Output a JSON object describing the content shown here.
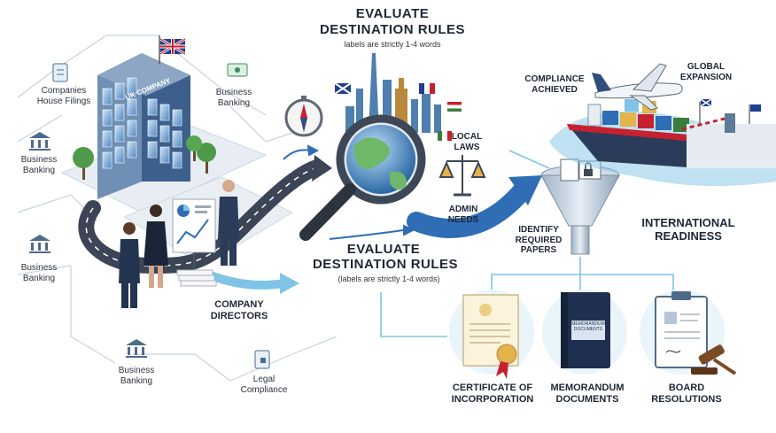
{
  "building_sign": "UK COMPANY",
  "top_title": [
    "EVALUATE",
    "DESTINATION RULES"
  ],
  "top_subtitle": "labels are strictly 1-4 words",
  "mid_title": [
    "EVALUATE",
    "DESTINATION RULES"
  ],
  "mid_subtitle": "(labels are strictly 1-4 words)",
  "left_labels": {
    "companies_house": [
      "Companies",
      "House Filings"
    ],
    "banking_top_right": [
      "Business",
      "Banking"
    ],
    "banking_left_1": [
      "Business",
      "Banking"
    ],
    "banking_left_2": [
      "Business",
      "Banking"
    ],
    "banking_bottom": [
      "Business",
      "Banking"
    ],
    "legal": [
      "Legal",
      "Compliance"
    ]
  },
  "directors": [
    "COMPANY",
    "DIRECTORS"
  ],
  "local_laws": [
    "LOCAL",
    "LAWS"
  ],
  "admin_needs": [
    "ADMIN",
    "NEEDS"
  ],
  "identify": [
    "IDENTIFY",
    "REQUIRED",
    "PAPERS"
  ],
  "compliance": [
    "COMPLIANCE",
    "ACHIEVED"
  ],
  "global": [
    "GLOBAL",
    "EXPANSION"
  ],
  "readiness": [
    "INTERNATIONAL",
    "READINESS"
  ],
  "documents": {
    "certificate": [
      "CERTIFICATE OF",
      "INCORPORATION"
    ],
    "memorandum": [
      "MEMORANDUM",
      "DOCUMENTS"
    ],
    "board": [
      "BOARD",
      "RESOLUTIONS"
    ],
    "book_cover": [
      "MEMORANDUM",
      "DOCUMENTS"
    ]
  },
  "colors": {
    "navy": "#1f2f4f",
    "blue": "#2f6db5",
    "lightblue": "#7fc4e6",
    "teal": "#4aa6c9",
    "gold": "#e3b44a",
    "grey": "#c9d2dc"
  }
}
